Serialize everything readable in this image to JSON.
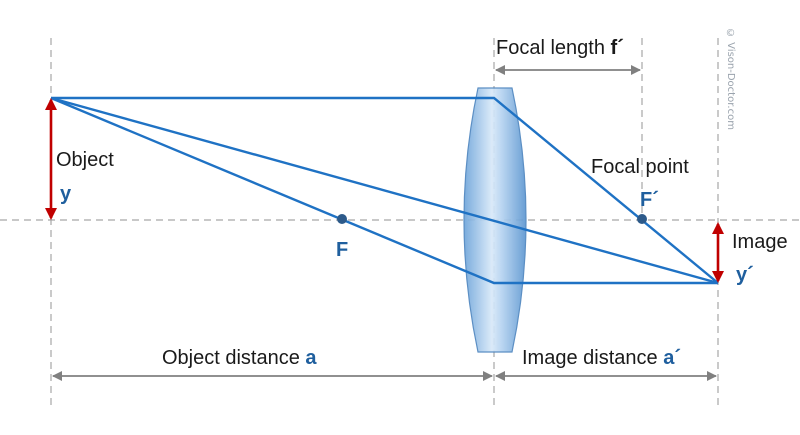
{
  "labels": {
    "focal_length": "Focal length",
    "focal_length_symbol": "f´",
    "focal_point": "Focal point",
    "object": "Object",
    "object_symbol": "y",
    "image": "Image",
    "image_symbol": "y´",
    "focal_F": "F",
    "focal_F_prime": "F´",
    "object_distance": "Object distance",
    "object_distance_symbol": "a",
    "image_distance": "Image distance",
    "image_distance_symbol": "a´"
  },
  "watermark": "© Vison-Doctor.com",
  "colors": {
    "ray": "#1f72c4",
    "arrow_red": "#c00000",
    "symbol_blue": "#1f5f9e",
    "dimension_gray": "#808080",
    "guide_gray": "#a6a6a6",
    "lens_light": "#cfe3f7",
    "lens_dark": "#5d97d1"
  }
}
